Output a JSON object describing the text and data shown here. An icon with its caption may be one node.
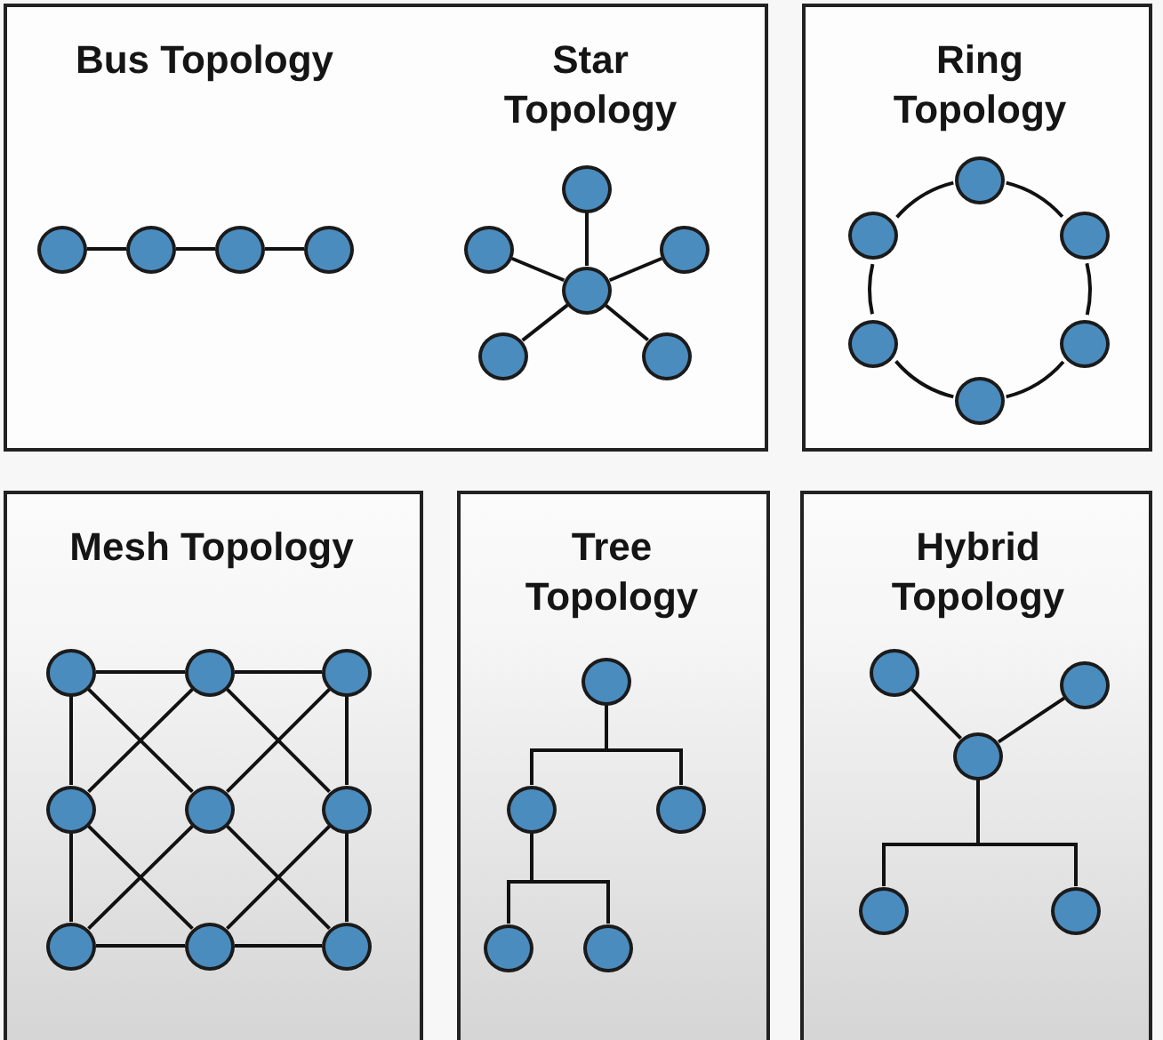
{
  "diagram": {
    "nodes": [
      {
        "text": [
          "Bus Topology",
          "Star Topology"
        ]
      },
      {
        "text": [],
        "shape": "circle",
        "in": 0
      },
      {
        "text": [],
        "shape": "circle",
        "in": 0
      },
      {
        "text": [],
        "shape": "circle",
        "in": 0
      },
      {
        "text": [],
        "shape": "circle",
        "in": 0
      },
      {
        "text": [],
        "shape": "circle",
        "in": 0
      },
      {
        "text": [],
        "shape": "circle",
        "in": 0
      },
      {
        "text": [],
        "shape": "circle",
        "in": 0
      },
      {
        "text": [],
        "shape": "circle",
        "in": 0
      },
      {
        "text": [],
        "shape": "circle",
        "in": 0
      },
      {
        "text": [],
        "shape": "circle",
        "in": 0
      },
      {
        "text": [
          "Ring Topology"
        ]
      },
      {
        "text": [],
        "shape": "circle",
        "in": 11
      },
      {
        "text": [],
        "shape": "circle",
        "in": 11
      },
      {
        "text": [],
        "shape": "circle",
        "in": 11
      },
      {
        "text": [],
        "shape": "circle",
        "in": 11
      },
      {
        "text": [],
        "shape": "circle",
        "in": 11
      },
      {
        "text": [],
        "shape": "circle",
        "in": 11
      },
      {
        "text": [
          "Mesh Topology"
        ]
      },
      {
        "text": [],
        "shape": "circle",
        "in": 18
      },
      {
        "text": [],
        "shape": "circle",
        "in": 18
      },
      {
        "text": [],
        "shape": "circle",
        "in": 18
      },
      {
        "text": [],
        "shape": "circle",
        "in": 18
      },
      {
        "text": [],
        "shape": "circle",
        "in": 18
      },
      {
        "text": [],
        "shape": "circle",
        "in": 18
      },
      {
        "text": [],
        "shape": "circle",
        "in": 18
      },
      {
        "text": [],
        "shape": "circle",
        "in": 18
      },
      {
        "text": [],
        "shape": "circle",
        "in": 18
      },
      {
        "text": [
          "Tree Topology"
        ]
      },
      {
        "text": [],
        "shape": "circle",
        "in": 28
      },
      {
        "text": [],
        "shape": "circle",
        "in": 28
      },
      {
        "text": [],
        "shape": "circle",
        "in": 28
      },
      {
        "text": [],
        "shape": "circle",
        "in": 28
      },
      {
        "text": [],
        "shape": "circle",
        "in": 28
      },
      {
        "text": [
          "Hybrid Topology"
        ]
      },
      {
        "text": [],
        "shape": "circle",
        "in": 34
      },
      {
        "text": [],
        "shape": "circle",
        "in": 34
      },
      {
        "text": [],
        "shape": "circle",
        "in": 34
      },
      {
        "text": [],
        "shape": "circle",
        "in": 34
      },
      {
        "text": [],
        "shape": "circle",
        "in": 34
      }
    ],
    "edges": [
      {
        "from": 1,
        "to": 2,
        "arrow": "none"
      },
      {
        "from": 2,
        "to": 3,
        "arrow": "none"
      },
      {
        "from": 3,
        "to": 4,
        "arrow": "none"
      },
      {
        "from": 8,
        "to": 5,
        "arrow": "none"
      },
      {
        "from": 8,
        "to": 6,
        "arrow": "none"
      },
      {
        "from": 8,
        "to": 7,
        "arrow": "none"
      },
      {
        "from": 8,
        "to": 9,
        "arrow": "none"
      },
      {
        "from": 8,
        "to": 10,
        "arrow": "none"
      },
      {
        "from": 12,
        "to": 13,
        "arrow": "none"
      },
      {
        "from": 12,
        "to": 14,
        "arrow": "none"
      },
      {
        "from": 13,
        "to": 15,
        "arrow": "none"
      },
      {
        "from": 14,
        "to": 16,
        "arrow": "none"
      },
      {
        "from": 15,
        "to": 17,
        "arrow": "none"
      },
      {
        "from": 16,
        "to": 17,
        "arrow": "none"
      },
      {
        "from": 19,
        "to": 20,
        "arrow": "none"
      },
      {
        "from": 20,
        "to": 21,
        "arrow": "none"
      },
      {
        "from": 25,
        "to": 26,
        "arrow": "none"
      },
      {
        "from": 26,
        "to": 27,
        "arrow": "none"
      },
      {
        "from": 19,
        "to": 22,
        "arrow": "none"
      },
      {
        "from": 22,
        "to": 25,
        "arrow": "none"
      },
      {
        "from": 21,
        "to": 24,
        "arrow": "none"
      },
      {
        "from": 24,
        "to": 27,
        "arrow": "none"
      },
      {
        "from": 19,
        "to": 23,
        "arrow": "none"
      },
      {
        "from": 20,
        "to": 22,
        "arrow": "none"
      },
      {
        "from": 20,
        "to": 24,
        "arrow": "none"
      },
      {
        "from": 21,
        "to": 23,
        "arrow": "none"
      },
      {
        "from": 22,
        "to": 26,
        "arrow": "none"
      },
      {
        "from": 23,
        "to": 25,
        "arrow": "none"
      },
      {
        "from": 23,
        "to": 27,
        "arrow": "none"
      },
      {
        "from": 24,
        "to": 26,
        "arrow": "none"
      },
      {
        "from": 29,
        "to": 30,
        "arrow": "none"
      },
      {
        "from": 29,
        "to": 31,
        "arrow": "none"
      },
      {
        "from": 30,
        "to": 32,
        "arrow": "none"
      },
      {
        "from": 30,
        "to": 33,
        "arrow": "none"
      },
      {
        "from": 35,
        "to": 37,
        "arrow": "none"
      },
      {
        "from": 36,
        "to": 37,
        "arrow": "none"
      },
      {
        "from": 37,
        "to": 38,
        "arrow": "none"
      },
      {
        "from": 37,
        "to": 39,
        "arrow": "none"
      }
    ]
  }
}
